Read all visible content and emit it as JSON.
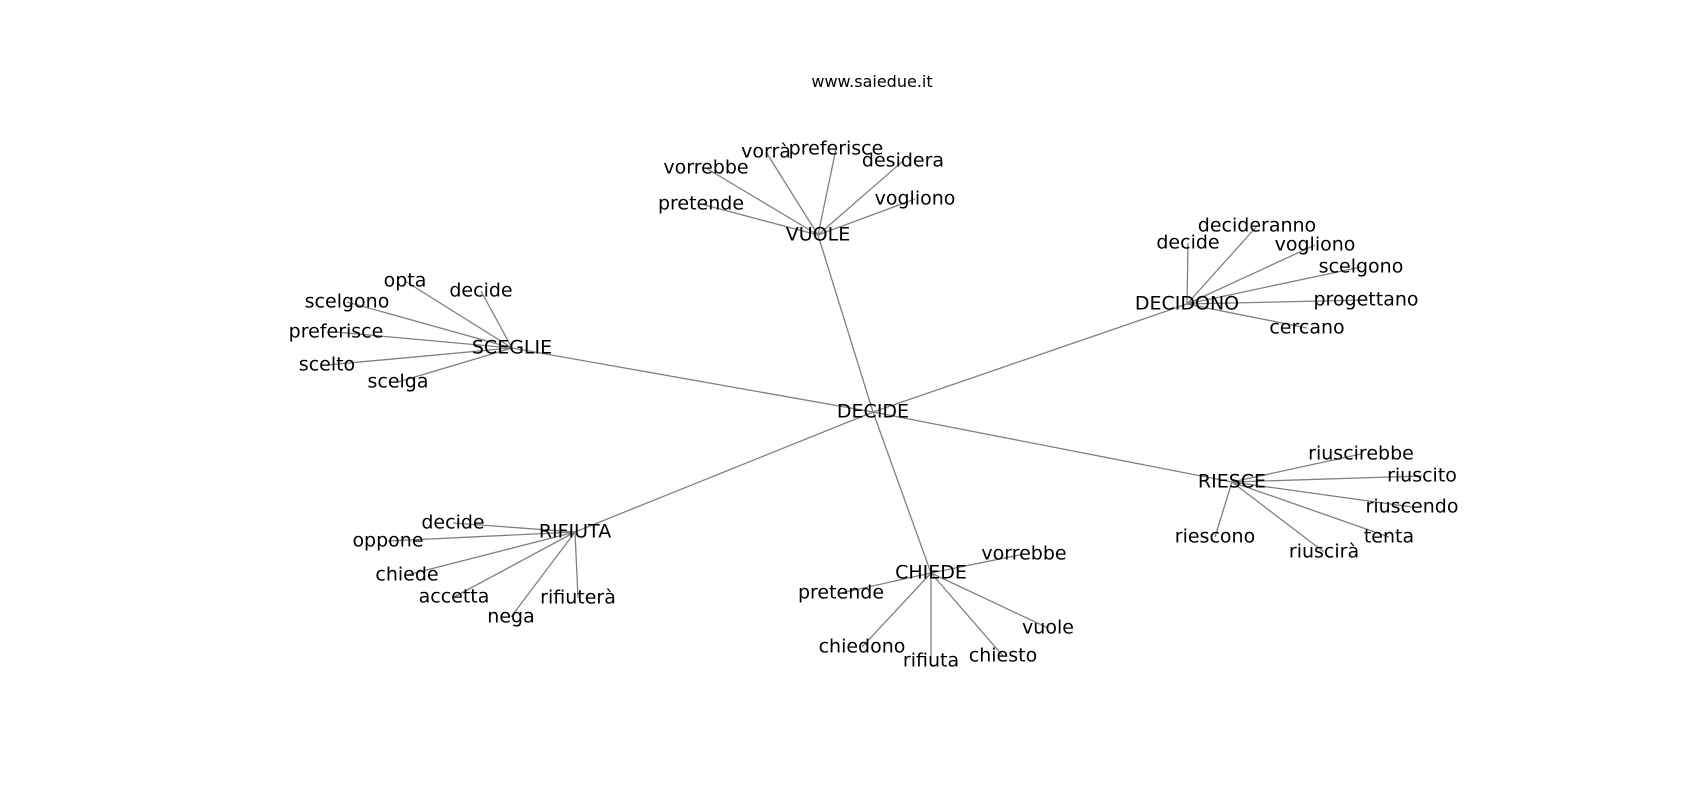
{
  "header": {
    "site": "www.saiedue.it"
  },
  "graph": {
    "center": "DECIDE",
    "hubs": [
      {
        "name": "VUOLE",
        "leaves": [
          "vorrà",
          "preferisce",
          "desidera",
          "vorrebbe",
          "vogliono",
          "pretende"
        ]
      },
      {
        "name": "DECIDONO",
        "leaves": [
          "decideranno",
          "decide",
          "vogliono",
          "scelgono",
          "progettano",
          "cercano"
        ]
      },
      {
        "name": "SCEGLIE",
        "leaves": [
          "opta",
          "decide",
          "scelgono",
          "preferisce",
          "scelto",
          "scelga"
        ]
      },
      {
        "name": "RIESCE",
        "leaves": [
          "riuscirebbe",
          "riuscito",
          "riuscendo",
          "tenta",
          "riuscirà",
          "riescono"
        ]
      },
      {
        "name": "RIFIUTA",
        "leaves": [
          "decide",
          "oppone",
          "chiede",
          "accetta",
          "nega",
          "rifiuterà"
        ]
      },
      {
        "name": "CHIEDE",
        "leaves": [
          "vorrebbe",
          "pretende",
          "vuole",
          "chiedono",
          "chiesto",
          "rifiuta"
        ]
      }
    ]
  }
}
